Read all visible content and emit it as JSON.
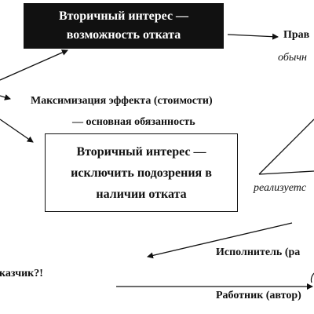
{
  "diagram": {
    "top_box": {
      "line1": "Вторичный интерес —",
      "line2": "возможность отката"
    },
    "main_duty": {
      "line1": "Максимизация эффекта (стоимости)",
      "line2": "— основная обязанность"
    },
    "middle_box": {
      "line1": "Вторичный интерес —",
      "line2": "исключить подозрения в",
      "line3": "наличии отката"
    },
    "right_top_label": "Прав",
    "right_top_sublabel": "обычн",
    "realizes_label": "реализуетс",
    "executor_label": "Исполнитель (ра",
    "customer_label": "казчик?!",
    "worker_label": "Работник (автор)",
    "stroke_color": "#111111"
  }
}
